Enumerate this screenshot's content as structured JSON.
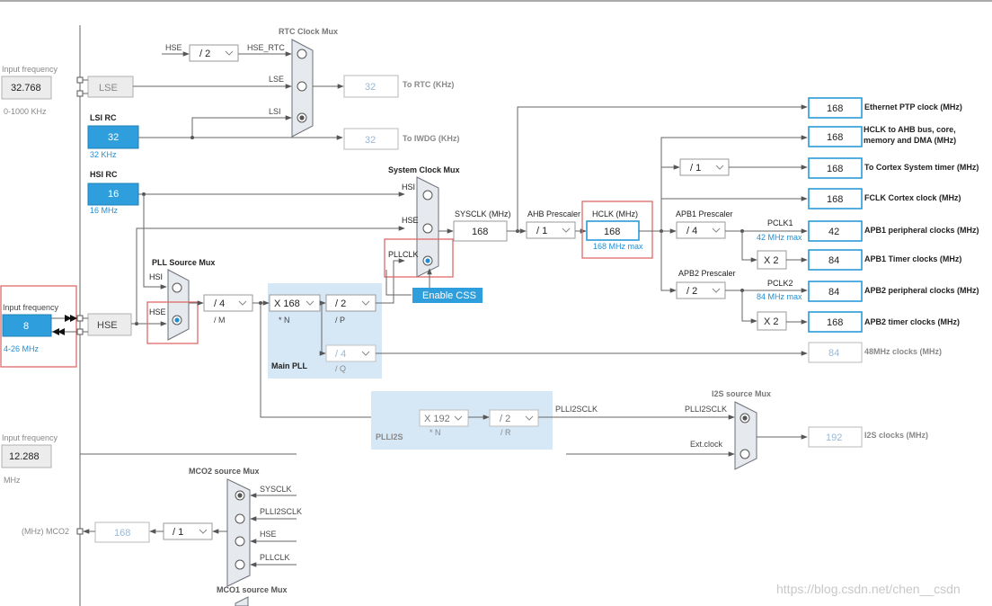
{
  "input_freq": {
    "lse_label": "Input frequency",
    "lse_value": "32.768",
    "lse_range": "0-1000 KHz",
    "hse_label": "Input frequency",
    "hse_value": "8",
    "hse_range": "4-26 MHz",
    "i2s_label": "Input frequency",
    "i2s_value": "12.288",
    "i2s_unit": "MHz"
  },
  "oscillators": {
    "lse": "LSE",
    "lsi_rc": "LSI RC",
    "lsi_value": "32",
    "lsi_freq": "32 KHz",
    "hsi_rc": "HSI RC",
    "hsi_value": "16",
    "hsi_freq": "16 MHz",
    "hse": "HSE"
  },
  "rtc": {
    "title": "RTC Clock Mux",
    "hse_div": "/ 2",
    "in_hse": "HSE",
    "in_hse_rtc": "HSE_RTC",
    "in_lse": "LSE",
    "in_lsi": "LSI",
    "rtc_value": "32",
    "rtc_label": "To RTC (KHz)",
    "iwdg_value": "32",
    "iwdg_label": "To IWDG (KHz)"
  },
  "pll_src": {
    "title": "PLL Source Mux",
    "hsi": "HSI",
    "hse": "HSE"
  },
  "main_pll": {
    "m_div": "/ 4",
    "m_label": "/ M",
    "n_mul": "X 168",
    "n_label": "* N",
    "p_div": "/ 2",
    "p_label": "/ P",
    "q_div": "/ 4",
    "q_label": "/ Q",
    "title": "Main PLL"
  },
  "sys_mux": {
    "title": "System Clock Mux",
    "hsi": "HSI",
    "hse": "HSE",
    "pllclk": "PLLCLK",
    "css": "Enable CSS"
  },
  "sysclk": {
    "label": "SYSCLK (MHz)",
    "value": "168"
  },
  "ahb": {
    "label": "AHB Prescaler",
    "div": "/ 1"
  },
  "hclk": {
    "label": "HCLK (MHz)",
    "value": "168",
    "max": "168 MHz max"
  },
  "cortex_div": "/ 1",
  "apb1": {
    "label": "APB1 Prescaler",
    "div": "/ 4",
    "pclk": "PCLK1",
    "max": "42 MHz max",
    "x2": "X 2"
  },
  "apb2": {
    "label": "APB2 Prescaler",
    "div": "/ 2",
    "pclk": "PCLK2",
    "max": "84 MHz max",
    "x2": "X 2"
  },
  "outputs": [
    {
      "value": "168",
      "label": "Ethernet PTP clock (MHz)"
    },
    {
      "value": "168",
      "label": "HCLK to AHB bus, core, memory and DMA (MHz)"
    },
    {
      "value": "168",
      "label": "To Cortex System timer (MHz)"
    },
    {
      "value": "168",
      "label": "FCLK Cortex clock (MHz)"
    },
    {
      "value": "42",
      "label": "APB1 peripheral clocks (MHz)"
    },
    {
      "value": "84",
      "label": "APB1 Timer clocks (MHz)"
    },
    {
      "value": "84",
      "label": "APB2 peripheral clocks (MHz)"
    },
    {
      "value": "168",
      "label": "APB2 timer clocks (MHz)"
    },
    {
      "value": "84",
      "label": "48MHz clocks (MHz)"
    },
    {
      "value": "192",
      "label": "I2S clocks (MHz)"
    }
  ],
  "plli2s": {
    "title": "PLLI2S",
    "n_mul": "X 192",
    "n_label": "* N",
    "r_div": "/ 2",
    "r_label": "/ R",
    "out": "PLLI2SCLK"
  },
  "i2s_mux": {
    "title": "I2S source Mux",
    "in1": "PLLI2SCLK",
    "in2": "Ext.clock"
  },
  "mco2": {
    "title": "MCO2 source Mux",
    "label": "(MHz) MCO2",
    "value": "168",
    "div": "/ 1",
    "in1": "SYSCLK",
    "in2": "PLLI2SCLK",
    "in3": "HSE",
    "in4": "PLLCLK"
  },
  "mco1": {
    "title": "MCO1 source Mux"
  },
  "watermark": "https://blog.csdn.net/chen__csdn"
}
